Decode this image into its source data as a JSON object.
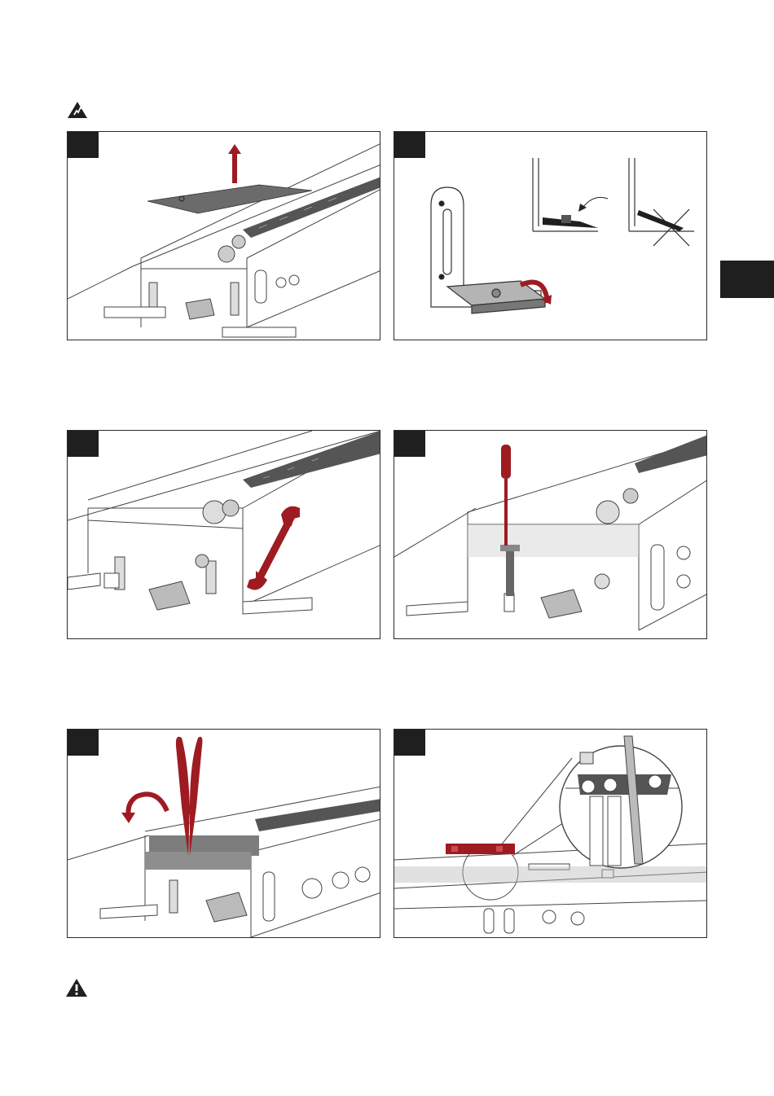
{
  "page": {
    "top_icon": "electrical-hazard-icon",
    "bottom_icon": "warning-icon",
    "side_tab": "section-tab"
  },
  "steps": [
    {
      "name": "step-1-remove-cover",
      "illustration": "lift-cover-plate"
    },
    {
      "name": "step-2-bracket-bend",
      "illustration": "bend-bracket-foot"
    },
    {
      "name": "step-3-wrench",
      "illustration": "loosen-nut-with-wrench"
    },
    {
      "name": "step-4-screwdriver",
      "illustration": "adjust-height-screw"
    },
    {
      "name": "step-5-pliers",
      "illustration": "bend-side-strip-with-pliers"
    },
    {
      "name": "step-6-level",
      "illustration": "level-check-detail"
    }
  ],
  "colors": {
    "accent": "#9e1b22",
    "badge": "#1f1f1f",
    "line": "#444444",
    "grey_fill": "#8a8a8a"
  }
}
